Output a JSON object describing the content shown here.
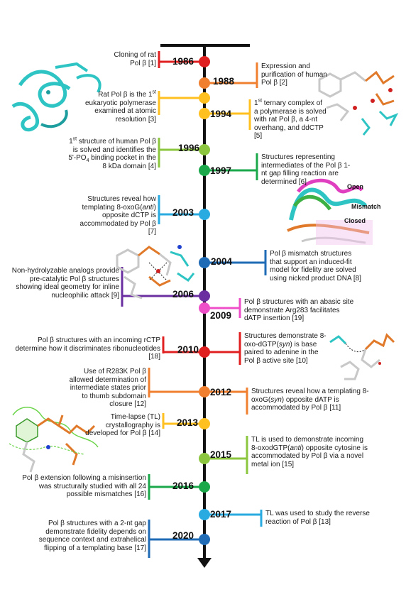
{
  "events": [
    {
      "year": "1986",
      "side": "left",
      "color": "#e02020",
      "text": "Cloning of rat Pol β [1]"
    },
    {
      "year": "1988",
      "side": "right",
      "color": "#f08030",
      "text": "Expression and purification of human Pol β [2]"
    },
    {
      "year": "",
      "side": "left",
      "color": "#ffc020",
      "text": "Rat Pol β is the 1st eukaryotic polymerase examined at atomic resolution [3]"
    },
    {
      "year": "1994",
      "side": "right",
      "color": "#ffc020",
      "text": "1st ternary complex of a polymerase is solved with rat Pol β, a 4-nt overhang, and ddCTP [5]"
    },
    {
      "year": "1996",
      "side": "left",
      "color": "#8cc63f",
      "text": "1st structure of human Pol β is solved and identifies the 5'-PO4 binding pocket in the 8 kDa domain [4]"
    },
    {
      "year": "1997",
      "side": "right",
      "color": "#1aa84b",
      "text": "Structures representing intermediates of the Pol β 1-nt gap filling reaction are determined [6]"
    },
    {
      "year": "2003",
      "side": "left",
      "color": "#29abe2",
      "text": "Structures reveal how templating 8-oxoG(anti) opposite dCTP is accommodated by Pol β [7]"
    },
    {
      "year": "2004",
      "side": "right",
      "color": "#1f6bb5",
      "text": "Pol β mismatch structures that support an induced-fit model for fidelity are solved using nicked product DNA [8]"
    },
    {
      "year": "2006",
      "side": "left",
      "color": "#6a2ea0",
      "text": "Non-hydrolyzable analogs provide pre-catalytic Pol β structures showing ideal geometry for inline nucleophilic attack [9]"
    },
    {
      "year": "2009",
      "side": "right",
      "color": "#ee4fc8",
      "text": "Pol β structures with an abasic site demonstrate Arg283 facilitates dATP insertion [19]"
    },
    {
      "year": "2010",
      "side": "left",
      "color": "#e02020",
      "text": "Pol β structures with an incoming rCTP determine how it discriminates ribonucleotides [18]"
    },
    {
      "year": "",
      "side": "right",
      "color": "#e02020",
      "text": "Structures demonstrate 8-oxo-dGTP(syn) is base paired to adenine in the Pol β active site [10]"
    },
    {
      "year": "",
      "side": "left",
      "color": "#f08030",
      "text": "Use of R283K Pol β allowed determination of intermediate states prior to thumb subdomain closure [12]"
    },
    {
      "year": "2012",
      "side": "right",
      "color": "#f08030",
      "text": "Structures reveal how a templating 8-oxoG(syn) opposite dATP is accommodated by Pol β [11]"
    },
    {
      "year": "2013",
      "side": "left",
      "color": "#ffc020",
      "text": "Time-lapse (TL) crystallography is developed for Pol β [14]"
    },
    {
      "year": "2015",
      "side": "right",
      "color": "#8cc63f",
      "text": "TL is used to demonstrate incoming 8-oxodGTP(anti) opposite cytosine is accommodated by Pol β via a novel metal ion [15]"
    },
    {
      "year": "2016",
      "side": "left",
      "color": "#1aa84b",
      "text": "Pol β extension following a misinsertion was structurally studied with all 24 possible mismatches [16]"
    },
    {
      "year": "2017",
      "side": "right",
      "color": "#29abe2",
      "text": "TL was used to study the reverse reaction of Pol β [13]"
    },
    {
      "year": "2020",
      "side": "left",
      "color": "#1f6bb5",
      "text": "Pol β structures with a 2-nt gap demonstrate fidelity depends on sequence context and extrahelical flipping of a templating base [17]"
    }
  ],
  "structure_labels": {
    "open": "Open",
    "mismatch": "Mismatch",
    "closed": "Closed"
  },
  "colors": {
    "axis": "#111111",
    "protein_cyan": "#2ec4c4",
    "dna_orange": "#e07a2a",
    "dna_grey": "#c8c8c8",
    "magenta": "#e040c0",
    "green_ligand": "#6bd44a"
  }
}
